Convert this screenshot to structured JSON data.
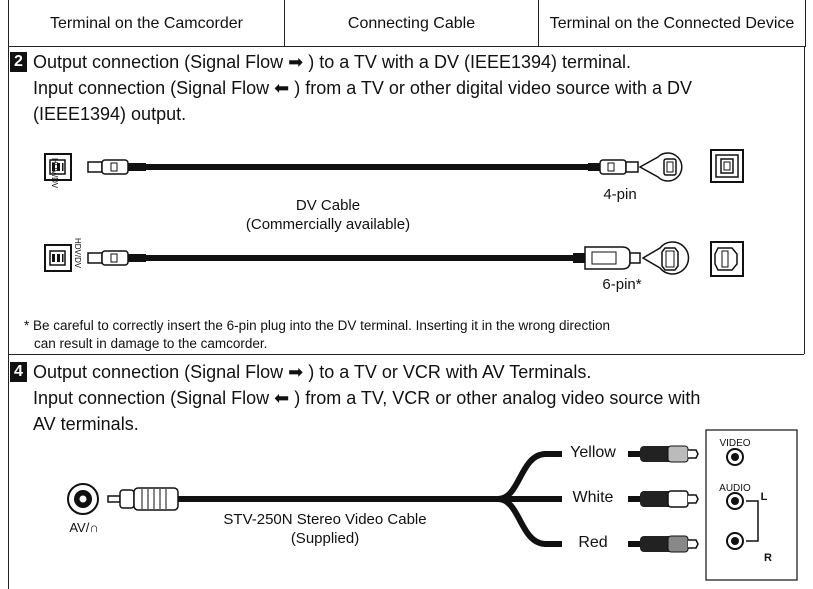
{
  "header": {
    "col1": "Terminal on the Camcorder",
    "col2": "Connecting Cable",
    "col3": "Terminal on the Connected Device"
  },
  "section2": {
    "number": "2",
    "line1": "Output connection (Signal Flow ➡ ) to a TV with a DV (IEEE1394) terminal.",
    "line2": "Input connection (Signal Flow ⬅ ) from a TV or other digital video source with a DV",
    "line3": "(IEEE1394) output.",
    "hdv_label": "HDV/DV",
    "cable_label_1": "DV Cable",
    "cable_label_2": "(Commercially available)",
    "pin4_label": "4-pin",
    "pin6_label": "6-pin*",
    "footnote_1": "* Be careful to correctly insert the 6-pin plug into the DV terminal. Inserting it in the wrong direction",
    "footnote_2": "can result in damage to the camcorder."
  },
  "section4": {
    "number": "4",
    "line1": "Output connection (Signal Flow ➡ ) to a TV or VCR with AV Terminals.",
    "line2": "Input connection (Signal Flow ⬅ ) from a TV, VCR or other analog video source with",
    "line3": "AV terminals.",
    "av_label": "AV/∩",
    "cable_label_1": "STV-250N Stereo Video Cable",
    "cable_label_2": "(Supplied)",
    "yellow_label": "Yellow",
    "white_label": "White",
    "red_label": "Red",
    "video_label": "VIDEO",
    "audio_label": "AUDIO",
    "l_label": "L",
    "r_label": "R"
  }
}
